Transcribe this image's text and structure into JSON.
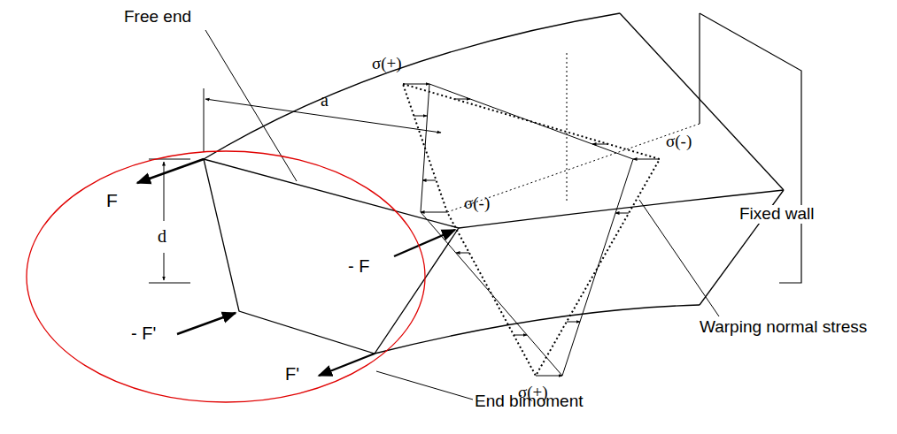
{
  "diagram": {
    "labels": [
      "Free end",
      "a",
      "F",
      "d",
      "- F",
      "- F'",
      "F'",
      "σ(+)",
      "σ(-)",
      "σ(-)",
      "σ(+)",
      "Fixed wall",
      "Warping normal stress",
      "End bimoment"
    ]
  }
}
